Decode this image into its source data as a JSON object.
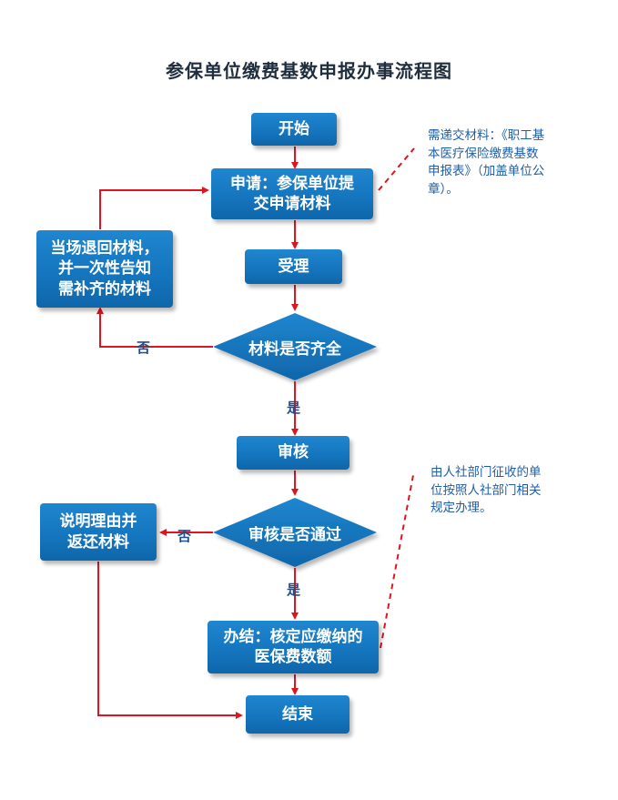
{
  "title": "参保单位缴费基数申报办事流程图",
  "nodes": {
    "start": "开始",
    "apply": "申请：参保单位提\n交申请材料",
    "accept": "受理",
    "materials_check": "材料是否齐全",
    "return_materials": "当场退回材料，\n并一次性告知\n需补齐的材料",
    "review": "审核",
    "review_check": "审核是否通过",
    "explain_return": "说明理由并\n返还材料",
    "complete": "办结：核定应缴纳的\n医保费数额",
    "end": "结束"
  },
  "labels": {
    "no1": "否",
    "yes1": "是",
    "no2": "否",
    "yes2": "是"
  },
  "notes": {
    "materials_note": "需递交材料：《职工基\n本医疗保险缴费基数\n申报表》（加盖单位公\n章）。",
    "review_note": "由人社部门征收的单\n位按照人社部门相关\n规定办理。"
  },
  "colors": {
    "box": "#1576bf",
    "arrow": "#e0141e",
    "label": "#1f4e8c",
    "note": "#1f5fa8"
  }
}
